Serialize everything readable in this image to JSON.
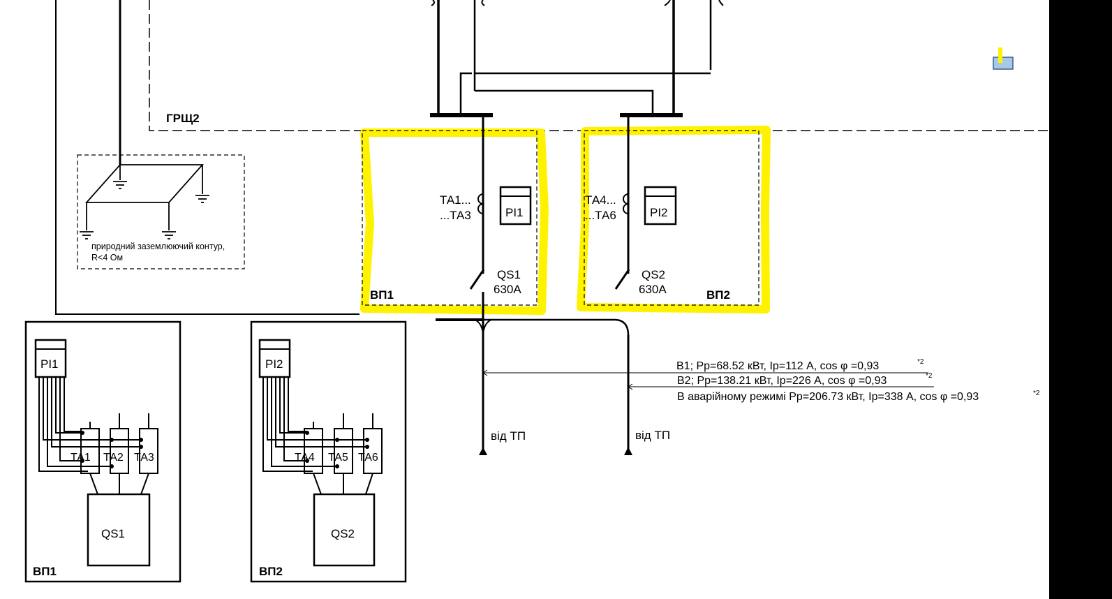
{
  "labels": {
    "grsh": "ГРЩ2",
    "vp1": "ВП1",
    "vp2": "ВП2",
    "ta1_top": "ТА1...",
    "ta1_bot": "...ТА3",
    "ta4_top": "ТА4...",
    "ta4_bot": "...ТА6",
    "pi1": "PI1",
    "pi2": "PI2",
    "qs1": "QS1",
    "qs2": "QS2",
    "qs1_rating": "630А",
    "qs2_rating": "630А",
    "ground_desc_1": "природний заземлюючий контур,",
    "ground_desc_2": "R<4 Ом",
    "from_tp_1": "від ТП",
    "from_tp_2": "від ТП",
    "b1_line": "В1; Рр=68.52 кВт, Ір=112 А, cos φ =0,93",
    "b2_line": "В2; Рр=138.21 кВт, Ір=226 А, cos φ =0,93",
    "emergency_line": "В аварійному режимі Рр=206.73 кВт, Ір=338 А, cos φ =0,93",
    "footnote": "*2",
    "detail1": {
      "pi": "PI1",
      "ta_a": "ТА1",
      "ta_b": "ТА2",
      "ta_c": "ТА3",
      "qs": "QS1",
      "panel": "ВП1"
    },
    "detail2": {
      "pi": "PI2",
      "ta_a": "ТА4",
      "ta_b": "ТА5",
      "ta_c": "ТА6",
      "qs": "QS2",
      "panel": "ВП2"
    }
  },
  "colors": {
    "highlight": "#fff200",
    "line": "#000000",
    "marker_fill": "#a8c8e8"
  }
}
